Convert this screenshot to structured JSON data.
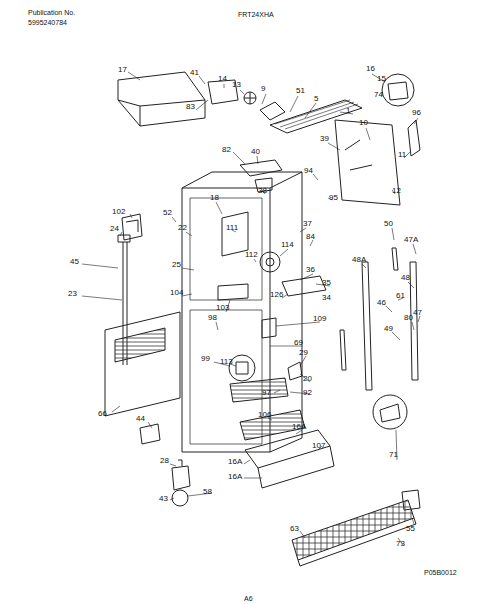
{
  "diagram": {
    "labels": [
      "Publication No.",
      "5995240784",
      "FRT24XHA",
      "P05B0012",
      "A6",
      "17",
      "41",
      "14",
      "13",
      "9",
      "51",
      "5",
      "16",
      "15",
      "74",
      "1",
      "10",
      "96",
      "11",
      "83",
      "82",
      "40",
      "39",
      "94",
      "12",
      "38",
      "95",
      "18",
      "37",
      "52",
      "102",
      "22",
      "24",
      "111",
      "45",
      "25",
      "104",
      "23",
      "112",
      "114",
      "84",
      "36",
      "35",
      "34",
      "126",
      "103",
      "98",
      "109",
      "69",
      "113",
      "99",
      "29",
      "20",
      "92",
      "97",
      "50",
      "47A",
      "48A",
      "48",
      "61",
      "46",
      "47",
      "80",
      "49",
      "66",
      "44",
      "28",
      "43",
      "58",
      "106",
      "16A",
      "107",
      "16A",
      "16A",
      "71",
      "63",
      "73",
      "55"
    ]
  }
}
